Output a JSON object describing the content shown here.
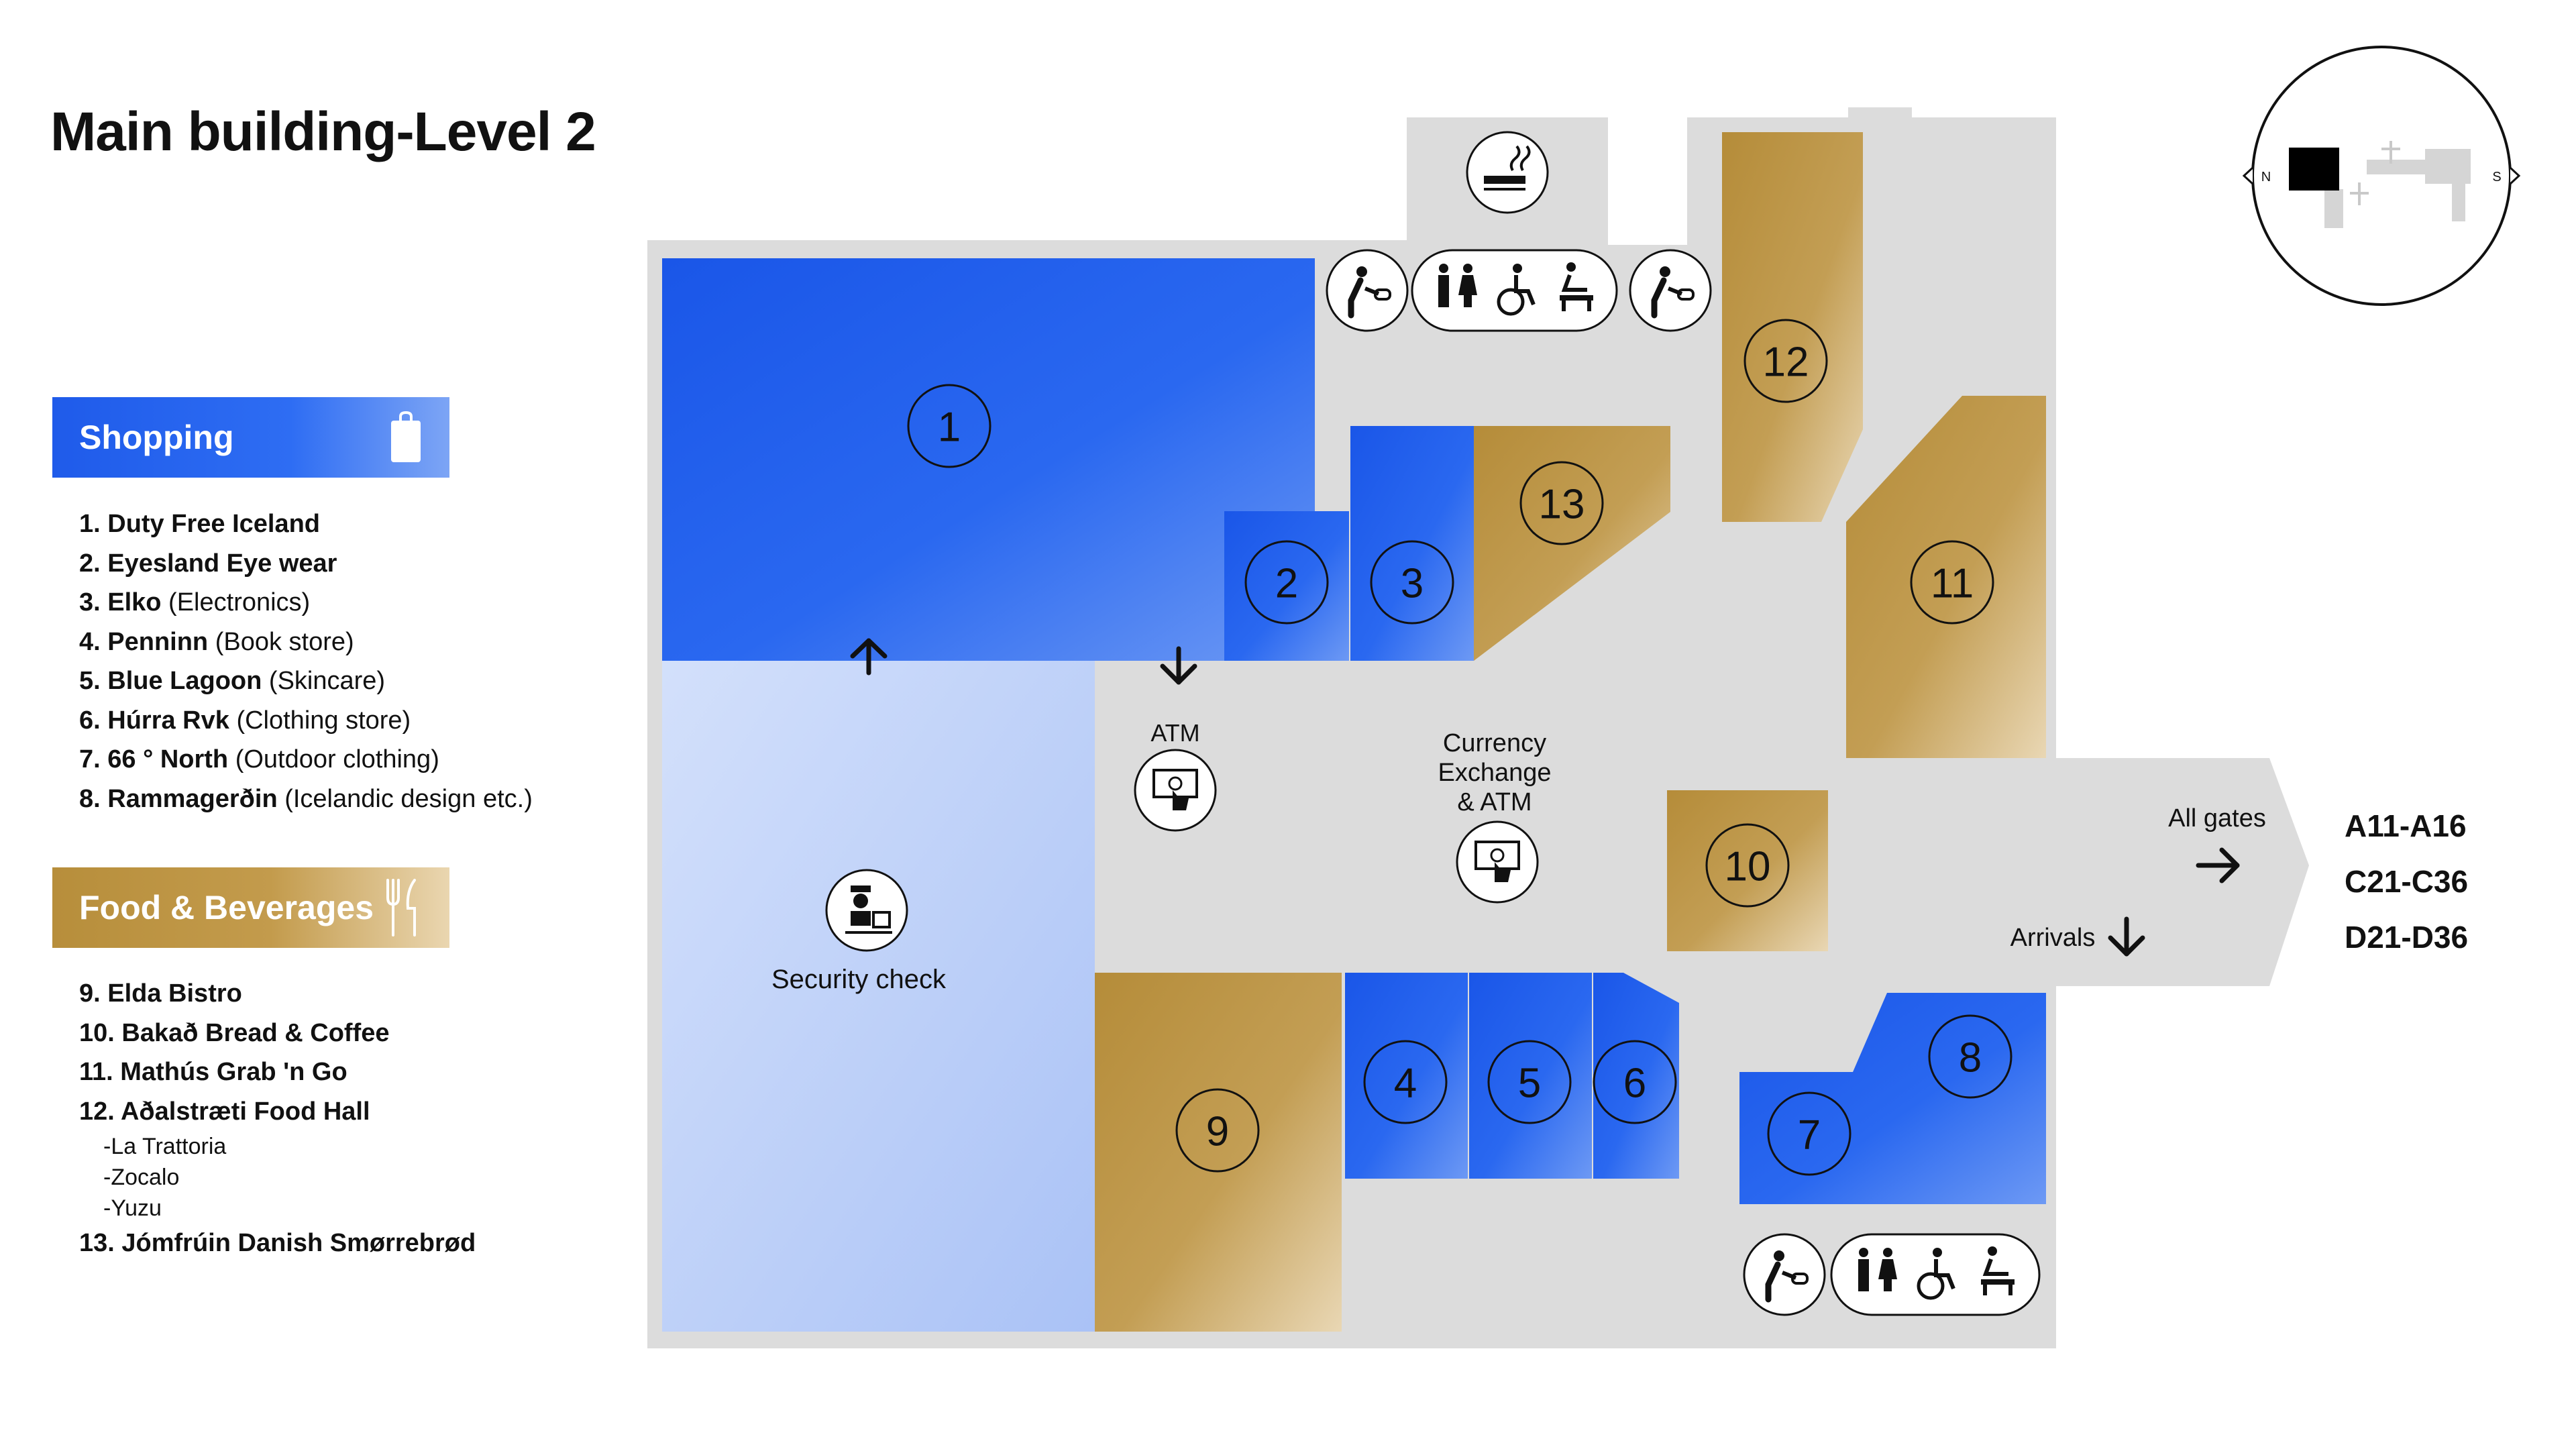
{
  "title": "Main building-Level 2",
  "legend": {
    "shopping": {
      "title": "Shopping",
      "icon": "shopping-bag-icon",
      "items": [
        {
          "name": "1. Duty Free Iceland",
          "desc": ""
        },
        {
          "name": "2. Eyesland Eye wear",
          "desc": ""
        },
        {
          "name": "3. Elko",
          "desc": " (Electronics)"
        },
        {
          "name": "4. Penninn",
          "desc": " (Book store)"
        },
        {
          "name": "5. Blue Lagoon",
          "desc": " (Skincare)"
        },
        {
          "name": "6. Húrra Rvk",
          "desc": " (Clothing store)"
        },
        {
          "name": "7. 66 ° North",
          "desc": " (Outdoor clothing)"
        },
        {
          "name": "8. Rammagerðin",
          "desc": " (Icelandic design etc.)"
        }
      ]
    },
    "food": {
      "title": "Food & Beverages",
      "icon": "fork-knife-icon",
      "items": [
        {
          "name": "9. Elda Bistro",
          "sub": []
        },
        {
          "name": "10. Bakað Bread & Coffee",
          "sub": []
        },
        {
          "name": "11. Mathús Grab 'n Go",
          "sub": []
        },
        {
          "name": "12. Aðalstræti Food Hall",
          "sub": [
            "-La Trattoria",
            "-Zocalo",
            "-Yuzu"
          ]
        },
        {
          "name": "13. Jómfrúin Danish Smørrebrød",
          "sub": []
        }
      ]
    }
  },
  "map": {
    "stores": [
      "1",
      "2",
      "3",
      "4",
      "5",
      "6",
      "7",
      "8",
      "9",
      "10",
      "11",
      "12",
      "13"
    ],
    "labels": {
      "atm": "ATM",
      "currency": [
        "Currency",
        "Exchange",
        "& ATM"
      ],
      "security": "Security check",
      "all_gates": "All gates",
      "arrivals": "Arrivals"
    },
    "gates": [
      "A11-A16",
      "C21-C36",
      "D21-D36"
    ],
    "compass": {
      "north": "N",
      "south": "S"
    }
  },
  "colors": {
    "shop_blue": "#1a5ae9",
    "food_gold": "#b8913e",
    "floor_gray": "#dcdcdc",
    "security_light_blue": "#c8d8fb"
  }
}
